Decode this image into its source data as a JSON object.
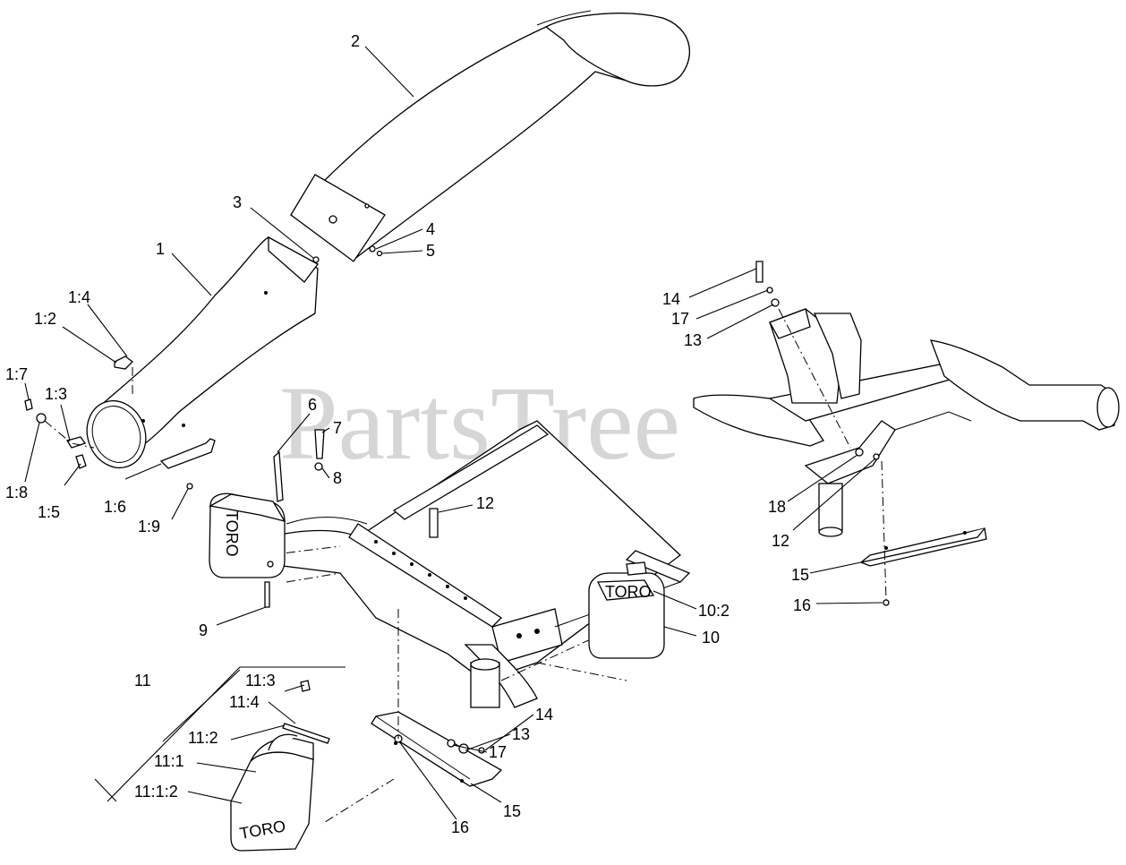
{
  "watermark": {
    "text": "PartsTree",
    "color": "#d6d6d6"
  },
  "callouts": [
    {
      "id": "c-2",
      "text": "2"
    },
    {
      "id": "c-3",
      "text": "3"
    },
    {
      "id": "c-4",
      "text": "4"
    },
    {
      "id": "c-5",
      "text": "5"
    },
    {
      "id": "c-1",
      "text": "1"
    },
    {
      "id": "c-1-4",
      "text": "1:4"
    },
    {
      "id": "c-1-2",
      "text": "1:2"
    },
    {
      "id": "c-1-7",
      "text": "1:7"
    },
    {
      "id": "c-1-3",
      "text": "1:3"
    },
    {
      "id": "c-1-8",
      "text": "1:8"
    },
    {
      "id": "c-1-5",
      "text": "1:5"
    },
    {
      "id": "c-1-6",
      "text": "1:6"
    },
    {
      "id": "c-1-9",
      "text": "1:9"
    },
    {
      "id": "c-6",
      "text": "6"
    },
    {
      "id": "c-7",
      "text": "7"
    },
    {
      "id": "c-8",
      "text": "8"
    },
    {
      "id": "c-12a",
      "text": "12"
    },
    {
      "id": "c-9",
      "text": "9"
    },
    {
      "id": "c-10-2",
      "text": "10:2"
    },
    {
      "id": "c-10",
      "text": "10"
    },
    {
      "id": "c-11",
      "text": "11"
    },
    {
      "id": "c-11-3",
      "text": "11:3"
    },
    {
      "id": "c-11-4",
      "text": "11:4"
    },
    {
      "id": "c-11-2",
      "text": "11:2"
    },
    {
      "id": "c-11-1",
      "text": "11:1"
    },
    {
      "id": "c-11-1-2",
      "text": "11:1:2"
    },
    {
      "id": "c-14a",
      "text": "14"
    },
    {
      "id": "c-13a",
      "text": "13"
    },
    {
      "id": "c-17a",
      "text": "17"
    },
    {
      "id": "c-15a",
      "text": "15"
    },
    {
      "id": "c-16a",
      "text": "16"
    },
    {
      "id": "c-14b",
      "text": "14"
    },
    {
      "id": "c-17b",
      "text": "17"
    },
    {
      "id": "c-13b",
      "text": "13"
    },
    {
      "id": "c-18",
      "text": "18"
    },
    {
      "id": "c-12b",
      "text": "12"
    },
    {
      "id": "c-15b",
      "text": "15"
    },
    {
      "id": "c-16b",
      "text": "16"
    }
  ],
  "brand_marks": {
    "weight_logo": "TORO"
  }
}
